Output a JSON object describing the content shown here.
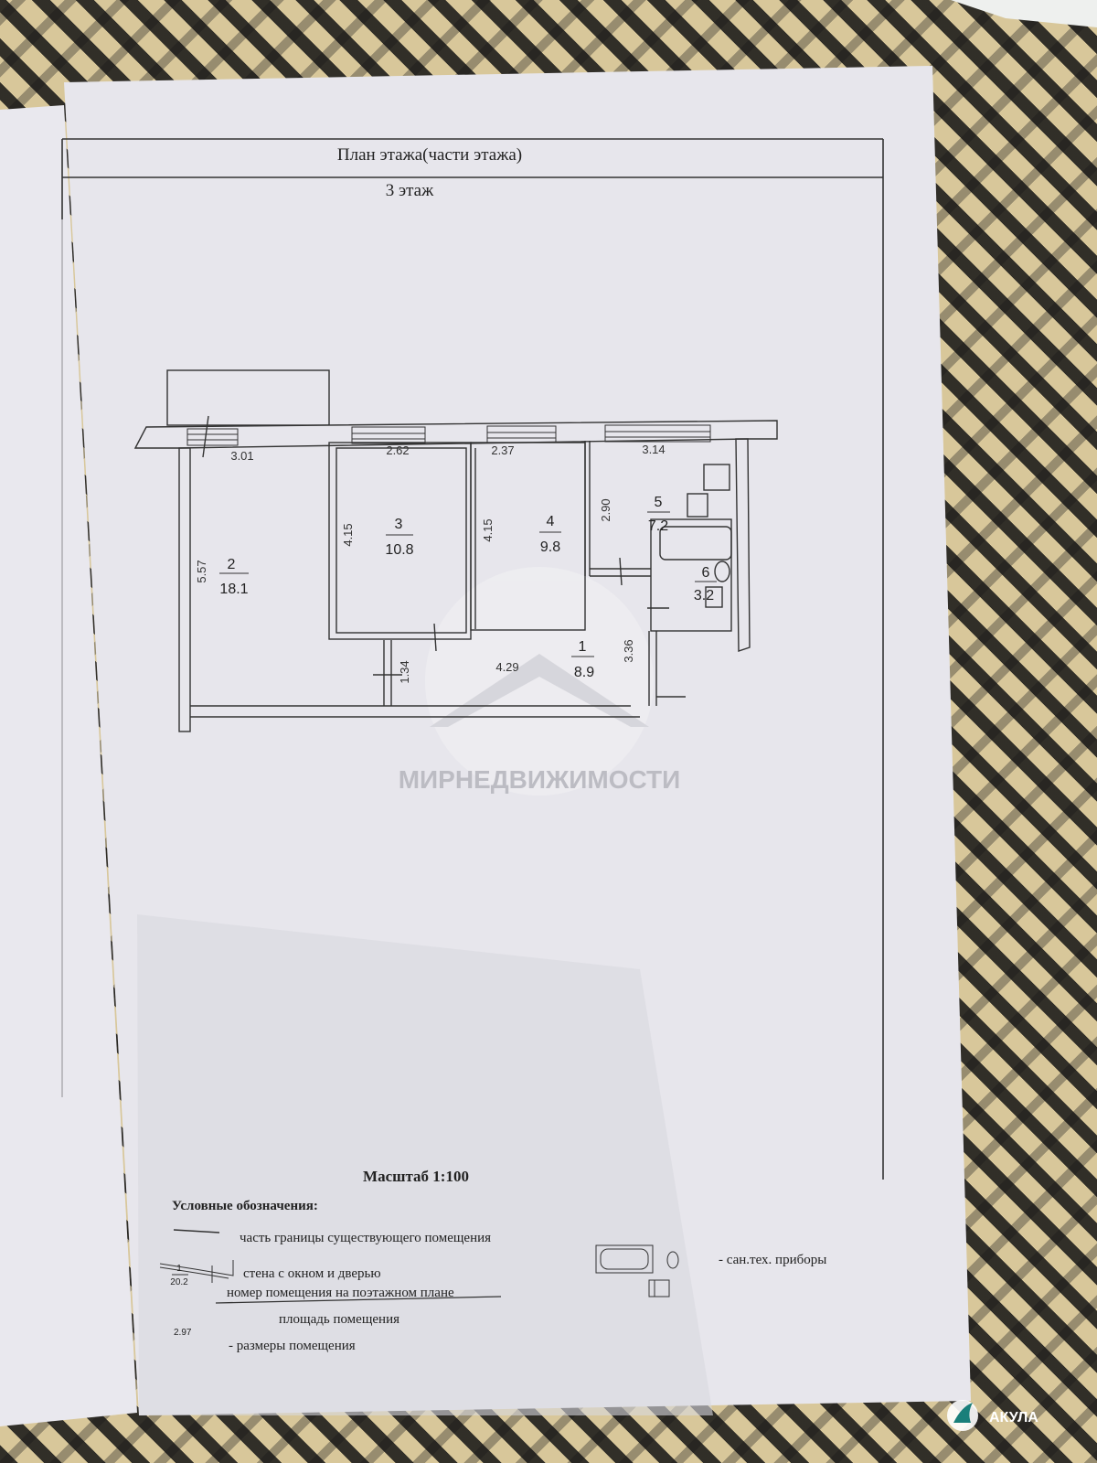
{
  "document": {
    "title": "План этажа(части этажа)",
    "floor": "3 этаж",
    "scale": "Масштаб  1:100"
  },
  "plan": {
    "rooms": [
      {
        "number": "1",
        "area": "8.9"
      },
      {
        "number": "2",
        "area": "18.1"
      },
      {
        "number": "3",
        "area": "10.8"
      },
      {
        "number": "4",
        "area": "9.8"
      },
      {
        "number": "5",
        "area": "7.2"
      },
      {
        "number": "6",
        "area": "3.2"
      }
    ],
    "dimensions": {
      "room2_width": "3.01",
      "room2_length": "5.57",
      "room3_width": "2.62",
      "room3_length": "4.15",
      "room4_width": "2.37",
      "room4_length": "4.15",
      "room5_width": "3.14",
      "room5_length": "2.90",
      "corridor_length": "4.29",
      "corridor_side": "3.36",
      "corridor_nook": "1.34"
    }
  },
  "legend": {
    "heading": "Условные обозначения:",
    "boundary": "часть границы существующего помещения",
    "wall": "стена с  окном и дверью",
    "sample_number": "1",
    "sample_area": "20.2",
    "room_number": "номер помещения на поэтажном плане",
    "room_area": "площадь помещения",
    "sample_dimension": "2.97",
    "dimensions": "- размеры помещения",
    "plumbing": "- сан.тех. приборы"
  },
  "watermark": "МИРНЕДВИЖИМОСТИ",
  "badge": "АКУЛА"
}
